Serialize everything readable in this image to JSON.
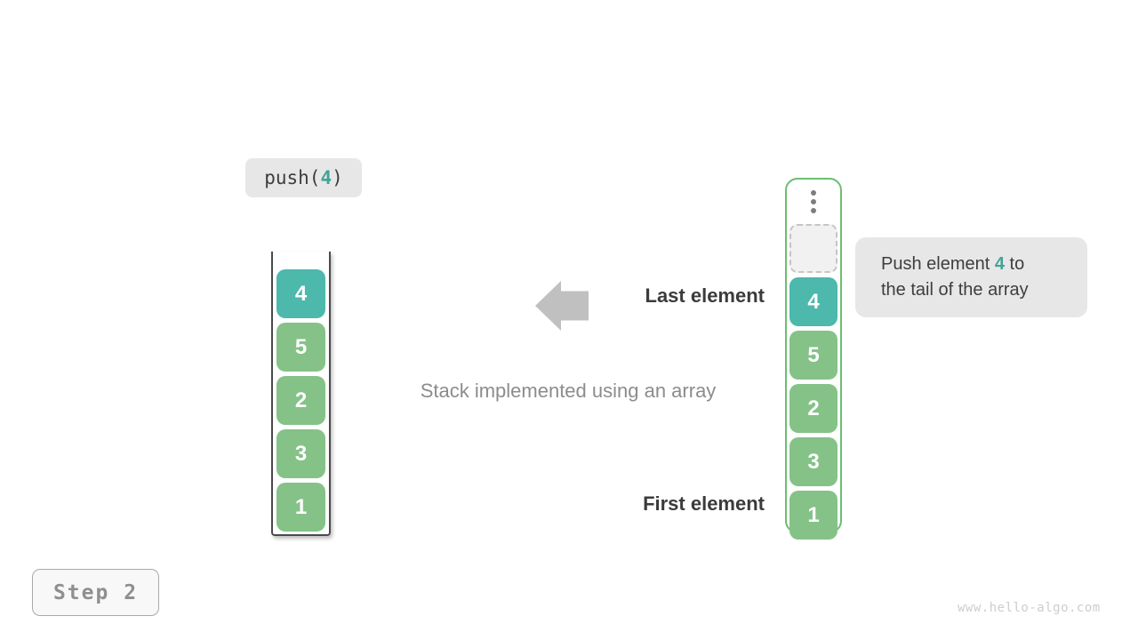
{
  "diagram": {
    "operation_label": {
      "prefix": "push(",
      "value": "4",
      "suffix": ")"
    },
    "step_badge": "Step 2",
    "caption": "Stack implemented using an array",
    "last_element_label": "Last element",
    "first_element_label": "First element",
    "tooltip": {
      "line1_before": "Push element ",
      "line1_highlight": "4",
      "line1_after": " to",
      "line2": "the tail of the array"
    },
    "stack_left": {
      "items": [
        "4",
        "5",
        "2",
        "3",
        "1"
      ]
    },
    "array_right": {
      "items": [
        "4",
        "5",
        "2",
        "3",
        "1"
      ]
    },
    "watermark": "www.hello-algo.com",
    "colors": {
      "highlight_teal": "#4db8ac",
      "element_green": "#85c288",
      "array_border_green": "#6abe71",
      "label_bg": "#e7e7e7",
      "arrow_gray": "#c0c0c0",
      "text_dark": "#3b3b3b",
      "text_gray": "#8c8c8c"
    }
  }
}
